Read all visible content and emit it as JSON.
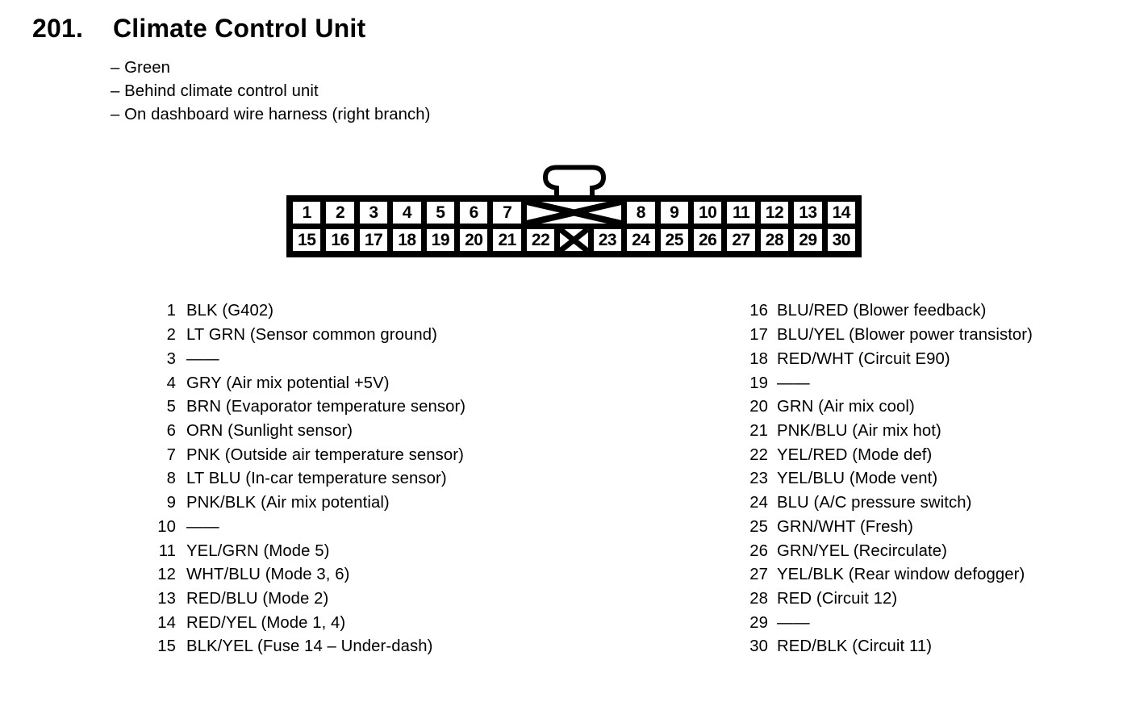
{
  "page": {
    "section_number": "201.",
    "title": "Climate Control Unit",
    "notes": [
      "– Green",
      "– Behind climate control unit",
      "– On dashboard wire harness (right branch)"
    ]
  },
  "connector": {
    "top_pins": [
      "1",
      "2",
      "3",
      "4",
      "5",
      "6",
      "7",
      "8",
      "9",
      "10",
      "11",
      "12",
      "13",
      "14"
    ],
    "bottom_pins": [
      "15",
      "16",
      "17",
      "18",
      "19",
      "20",
      "21",
      "22",
      "23",
      "24",
      "25",
      "26",
      "27",
      "28",
      "29",
      "30"
    ]
  },
  "pins": {
    "left": [
      {
        "num": "1",
        "desc": "BLK (G402)"
      },
      {
        "num": "2",
        "desc": "LT GRN (Sensor common ground)"
      },
      {
        "num": "3",
        "desc": "——"
      },
      {
        "num": "4",
        "desc": "GRY (Air mix potential +5V)"
      },
      {
        "num": "5",
        "desc": "BRN (Evaporator temperature sensor)"
      },
      {
        "num": "6",
        "desc": "ORN (Sunlight sensor)"
      },
      {
        "num": "7",
        "desc": "PNK (Outside air temperature sensor)"
      },
      {
        "num": "8",
        "desc": "LT BLU (In-car temperature sensor)"
      },
      {
        "num": "9",
        "desc": "PNK/BLK (Air mix potential)"
      },
      {
        "num": "10",
        "desc": "——"
      },
      {
        "num": "11",
        "desc": "YEL/GRN (Mode 5)"
      },
      {
        "num": "12",
        "desc": "WHT/BLU (Mode 3, 6)"
      },
      {
        "num": "13",
        "desc": "RED/BLU (Mode 2)"
      },
      {
        "num": "14",
        "desc": "RED/YEL (Mode 1, 4)"
      },
      {
        "num": "15",
        "desc": "BLK/YEL (Fuse 14 – Under-dash)"
      }
    ],
    "right": [
      {
        "num": "16",
        "desc": "BLU/RED (Blower feedback)"
      },
      {
        "num": "17",
        "desc": "BLU/YEL (Blower power transistor)"
      },
      {
        "num": "18",
        "desc": "RED/WHT (Circuit E90)"
      },
      {
        "num": "19",
        "desc": "——"
      },
      {
        "num": "20",
        "desc": "GRN (Air mix cool)"
      },
      {
        "num": "21",
        "desc": "PNK/BLU (Air mix hot)"
      },
      {
        "num": "22",
        "desc": "YEL/RED (Mode def)"
      },
      {
        "num": "23",
        "desc": "YEL/BLU (Mode vent)"
      },
      {
        "num": "24",
        "desc": "BLU (A/C pressure switch)"
      },
      {
        "num": "25",
        "desc": "GRN/WHT (Fresh)"
      },
      {
        "num": "26",
        "desc": "GRN/YEL (Recirculate)"
      },
      {
        "num": "27",
        "desc": "YEL/BLK (Rear window defogger)"
      },
      {
        "num": "28",
        "desc": "RED (Circuit 12)"
      },
      {
        "num": "29",
        "desc": "——"
      },
      {
        "num": "30",
        "desc": "RED/BLK (Circuit 11)"
      }
    ]
  },
  "colors": {
    "ink": "#000000",
    "paper": "#ffffff"
  }
}
